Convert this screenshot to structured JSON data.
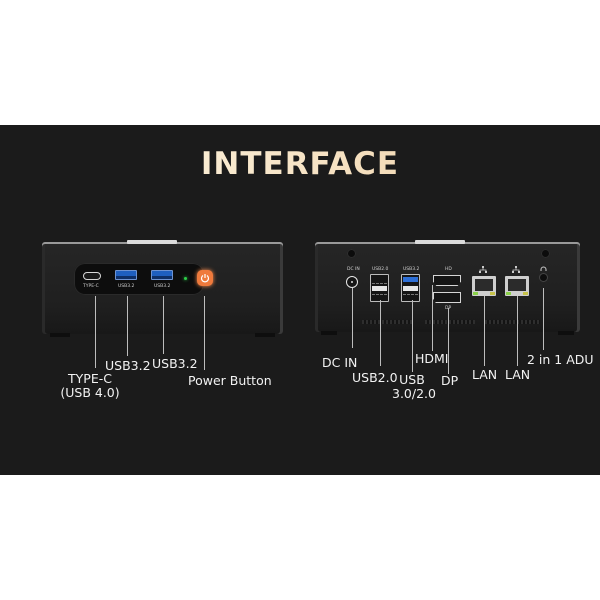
{
  "title": "INTERFACE",
  "colors": {
    "panel_bg": "#1b1b1b",
    "title_gradient": [
      "#fffbe9",
      "#e9c89a"
    ],
    "label_text": "#f2f2f2",
    "power_button": "#ef7a3c",
    "usb3_blue": "#1f5fbf",
    "led_green": "#2dcf4a",
    "lan_led_green": "#8bd14a",
    "lan_led_yellow": "#c7c34a"
  },
  "front_panel": {
    "port_silkscreen": {
      "type_c": "TYPE-C",
      "usb1": "USB3.2",
      "usb2": "USB3.2"
    },
    "labels": {
      "type_c_line1": "TYPE-C",
      "type_c_line2": "(USB 4.0)",
      "usb1": "USB3.2",
      "usb2": "USB3.2",
      "power": "Power Button"
    },
    "icons": [
      "usb-c-port-icon",
      "usb-a-port-icon",
      "usb-a-port-icon",
      "led-indicator-icon",
      "power-icon"
    ]
  },
  "rear_panel": {
    "port_silkscreen": {
      "dc_in": "DC IN",
      "usb20": "USB2.0",
      "usb32": "USB3.2",
      "hd": "HD",
      "dp": "DP"
    },
    "labels": {
      "dc_in": "DC IN",
      "usb20": "USB2.0",
      "usb30_line1": "USB",
      "usb30_line2": "3.0/2.0",
      "hdmi": "HDMI",
      "dp": "DP",
      "lan1": "LAN",
      "lan2": "LAN",
      "audio": "2 in 1 ADU"
    },
    "icons": [
      "dc-power-jack-icon",
      "usb-a-stack-icon",
      "usb-a-stack-icon",
      "hdmi-port-icon",
      "displayport-icon",
      "network-icon",
      "ethernet-port-icon",
      "network-icon",
      "ethernet-port-icon",
      "headphone-icon",
      "audio-jack-icon"
    ]
  }
}
